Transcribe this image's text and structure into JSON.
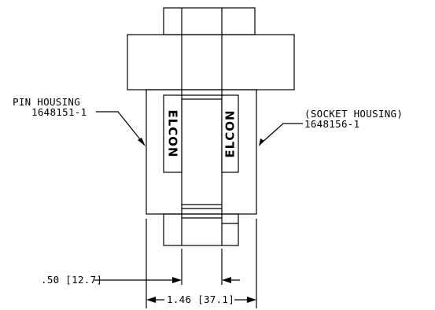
{
  "labels": {
    "pin_housing": {
      "name": "PIN HOUSING",
      "part_number": "1648151-1"
    },
    "socket_housing": {
      "name": "(SOCKET HOUSING)",
      "part_number": "1648156-1"
    }
  },
  "logos": {
    "left_text": "ELCON",
    "right_text": "ELCON"
  },
  "dimensions": {
    "small": ".50 [12.7]",
    "overall": "1.46 [37.1]"
  }
}
